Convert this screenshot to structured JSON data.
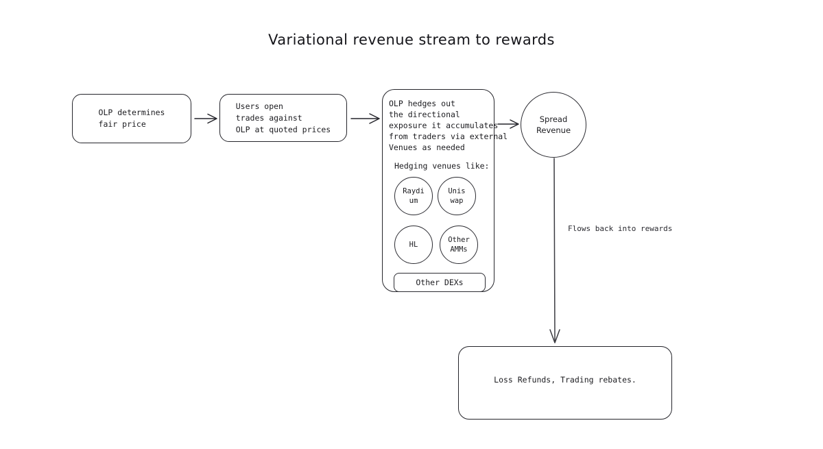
{
  "page": {
    "title": "Variational revenue stream to rewards",
    "background": "#ffffff",
    "stroke_color": "#24242a",
    "text_color": "#1b1b1f"
  },
  "nodes": {
    "fair_price": {
      "label": "OLP determines\nfair price"
    },
    "users_trades": {
      "label": "Users open\ntrades against\nOLP at quoted prices"
    },
    "hedging": {
      "description": "OLP hedges out\nthe directional\nexposure it accumulates\nfrom traders via external\nVenues as needed",
      "venues_heading": "Hedging venues like:",
      "venues": [
        {
          "id": "raydium",
          "label": "Raydi\num",
          "shape": "circle"
        },
        {
          "id": "uniswap",
          "label": "Unis\nwap",
          "shape": "circle"
        },
        {
          "id": "hl",
          "label": "HL",
          "shape": "circle"
        },
        {
          "id": "other_amms",
          "label": "Other\nAMMs",
          "shape": "circle"
        },
        {
          "id": "other_dexs",
          "label": "Other DEXs",
          "shape": "rounded-rect"
        }
      ]
    },
    "spread_revenue": {
      "label": "Spread\nRevenue"
    },
    "rewards": {
      "label": "Loss Refunds, Trading rebates."
    }
  },
  "edges": [
    {
      "id": "e1",
      "from": "fair_price",
      "to": "users_trades",
      "label": ""
    },
    {
      "id": "e2",
      "from": "users_trades",
      "to": "hedging",
      "label": ""
    },
    {
      "id": "e3",
      "from": "hedging",
      "to": "spread_revenue",
      "label": ""
    },
    {
      "id": "e4",
      "from": "spread_revenue",
      "to": "rewards",
      "label": "Flows back into rewards"
    }
  ],
  "edge_labels": {
    "flows_back": "Flows back into rewards"
  }
}
